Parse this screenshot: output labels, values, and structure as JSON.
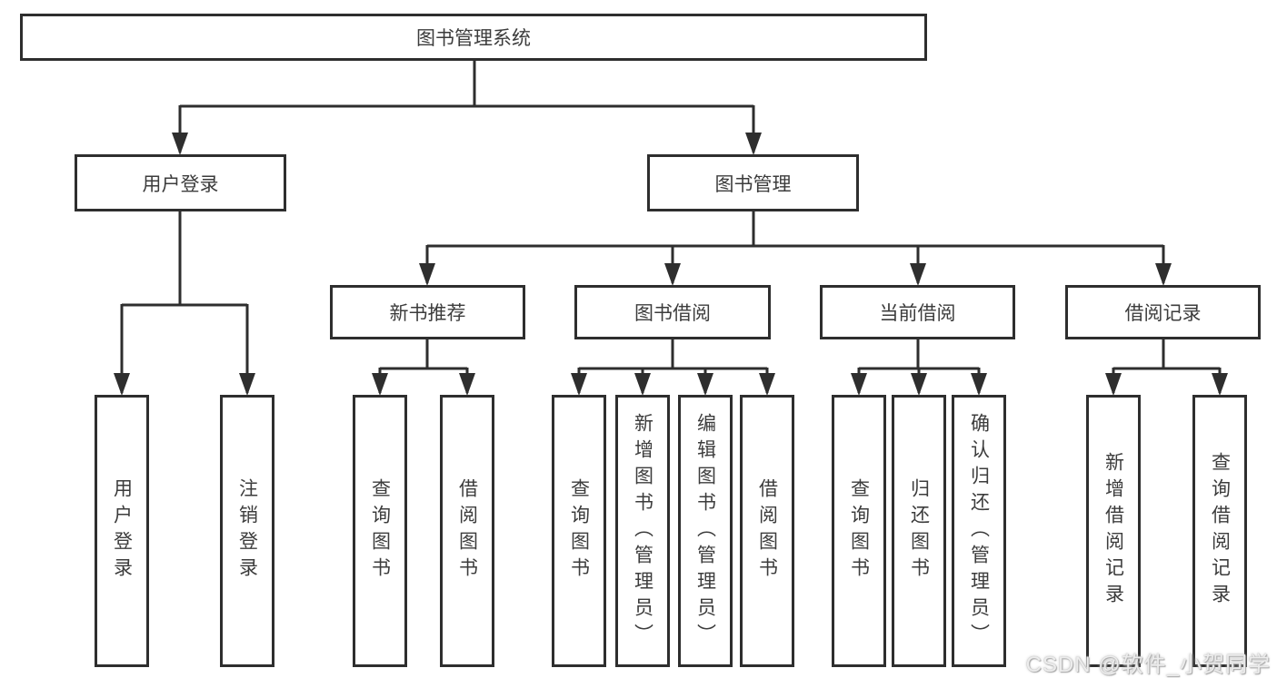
{
  "title": "图书管理系统",
  "colors": {
    "line": "#2e2e2e",
    "box_border": "#2e2e2e",
    "text": "#3c3c3c",
    "background": "#ffffff",
    "watermark": "#ececec"
  },
  "nodes": {
    "root": {
      "label": "图书管理系统"
    },
    "user_login_grp": {
      "label": "用户登录"
    },
    "book_mgmt": {
      "label": "图书管理"
    },
    "new_book_rec": {
      "label": "新书推荐"
    },
    "book_borrow": {
      "label": "图书借阅"
    },
    "current_borrow": {
      "label": "当前借阅"
    },
    "borrow_records": {
      "label": "借阅记录"
    },
    "user_login": {
      "label": "用户登录"
    },
    "logout": {
      "label": "注销登录"
    },
    "nbr_query": {
      "label": "查询图书"
    },
    "nbr_borrow": {
      "label": "借阅图书"
    },
    "bb_query": {
      "label": "查询图书"
    },
    "bb_add": {
      "label": "新增图书（管理员）"
    },
    "bb_edit": {
      "label": "编辑图书（管理员）"
    },
    "bb_borrow": {
      "label": "借阅图书"
    },
    "cb_query": {
      "label": "查询图书"
    },
    "cb_return": {
      "label": "归还图书"
    },
    "cb_confirm": {
      "label": "确认归还（管理员）"
    },
    "br_add": {
      "label": "新增借阅记录"
    },
    "br_query": {
      "label": "查询借阅记录"
    }
  },
  "tree": {
    "图书管理系统": {
      "用户登录": [
        "用户登录",
        "注销登录"
      ],
      "图书管理": {
        "新书推荐": [
          "查询图书",
          "借阅图书"
        ],
        "图书借阅": [
          "查询图书",
          "新增图书（管理员）",
          "编辑图书（管理员）",
          "借阅图书"
        ],
        "当前借阅": [
          "查询图书",
          "归还图书",
          "确认归还（管理员）"
        ],
        "借阅记录": [
          "新增借阅记录",
          "查询借阅记录"
        ]
      }
    }
  },
  "watermark": {
    "text": "CSDN @软件_小贺同学"
  }
}
